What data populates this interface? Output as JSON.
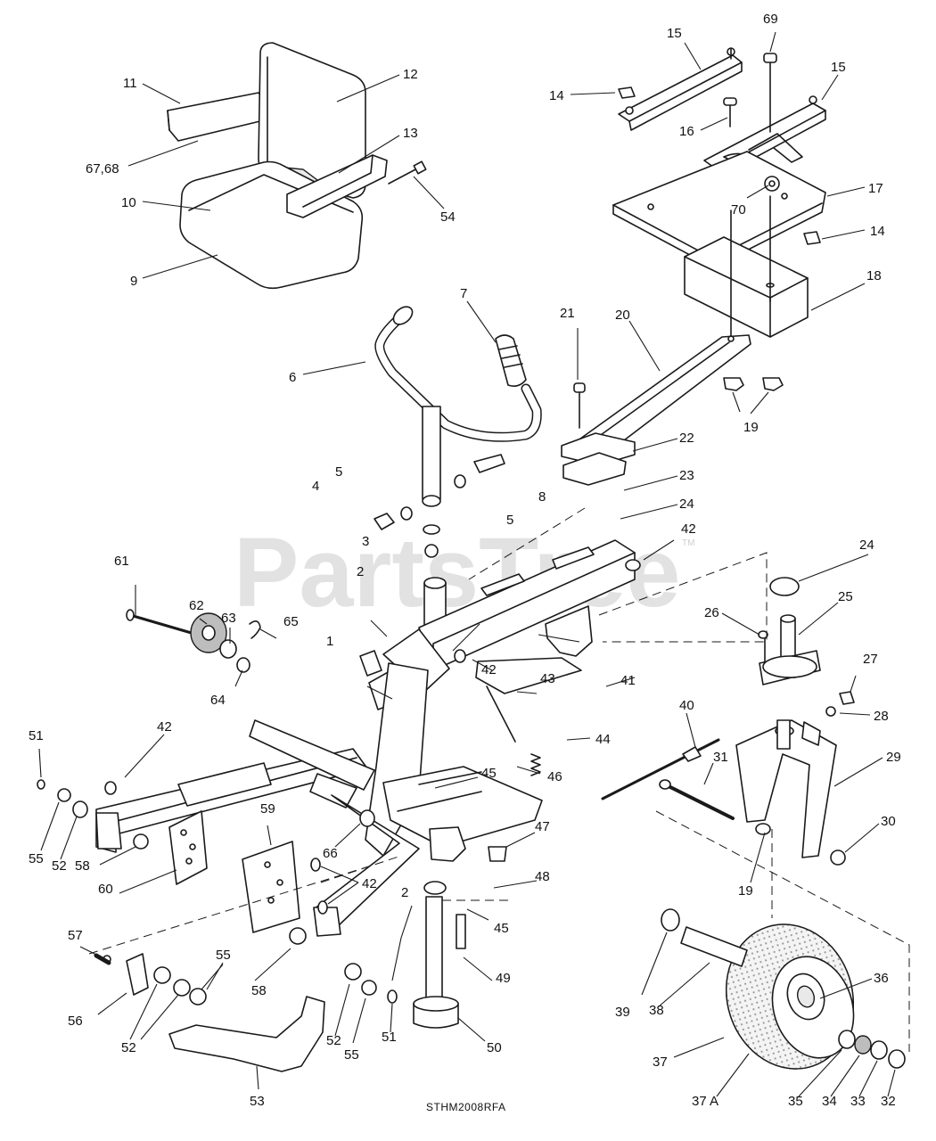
{
  "watermark": {
    "text": "PartsTree",
    "trademark": "TM"
  },
  "drawing_ref": "STHM2008RFA",
  "callouts": {
    "c1": "1",
    "c2a": "2",
    "c2b": "2",
    "c3": "3",
    "c4": "4",
    "c5a": "5",
    "c5b": "5",
    "c6": "6",
    "c7": "7",
    "c8": "8",
    "c9": "9",
    "c10": "10",
    "c11": "11",
    "c12": "12",
    "c13": "13",
    "c14a": "14",
    "c14b": "14",
    "c15a": "15",
    "c15b": "15",
    "c16": "16",
    "c17": "17",
    "c18": "18",
    "c19a": "19",
    "c19b": "19",
    "c20": "20",
    "c21": "21",
    "c22": "22",
    "c23": "23",
    "c24a": "24",
    "c24b": "24",
    "c25": "25",
    "c26": "26",
    "c27": "27",
    "c28": "28",
    "c29": "29",
    "c30": "30",
    "c31": "31",
    "c32": "32",
    "c33": "33",
    "c34": "34",
    "c35": "35",
    "c36": "36",
    "c37": "37",
    "c37a": "37 A",
    "c38": "38",
    "c39": "39",
    "c40": "40",
    "c41": "41",
    "c42a": "42",
    "c42b": "42",
    "c42c": "42",
    "c42d": "42",
    "c43": "43",
    "c44": "44",
    "c45a": "45",
    "c45b": "45",
    "c46": "46",
    "c47": "47",
    "c48": "48",
    "c49": "49",
    "c50": "50",
    "c51a": "51",
    "c51b": "51",
    "c52a": "52",
    "c52b": "52",
    "c52c": "52",
    "c53": "53",
    "c54": "54",
    "c55a": "55",
    "c55b": "55",
    "c55c": "55",
    "c56": "56",
    "c57": "57",
    "c58a": "58",
    "c58b": "58",
    "c59": "59",
    "c60": "60",
    "c61": "61",
    "c62": "62",
    "c63": "63",
    "c64": "64",
    "c65": "65",
    "c66": "66",
    "c6768": "67,68",
    "c69": "69",
    "c70": "70"
  }
}
